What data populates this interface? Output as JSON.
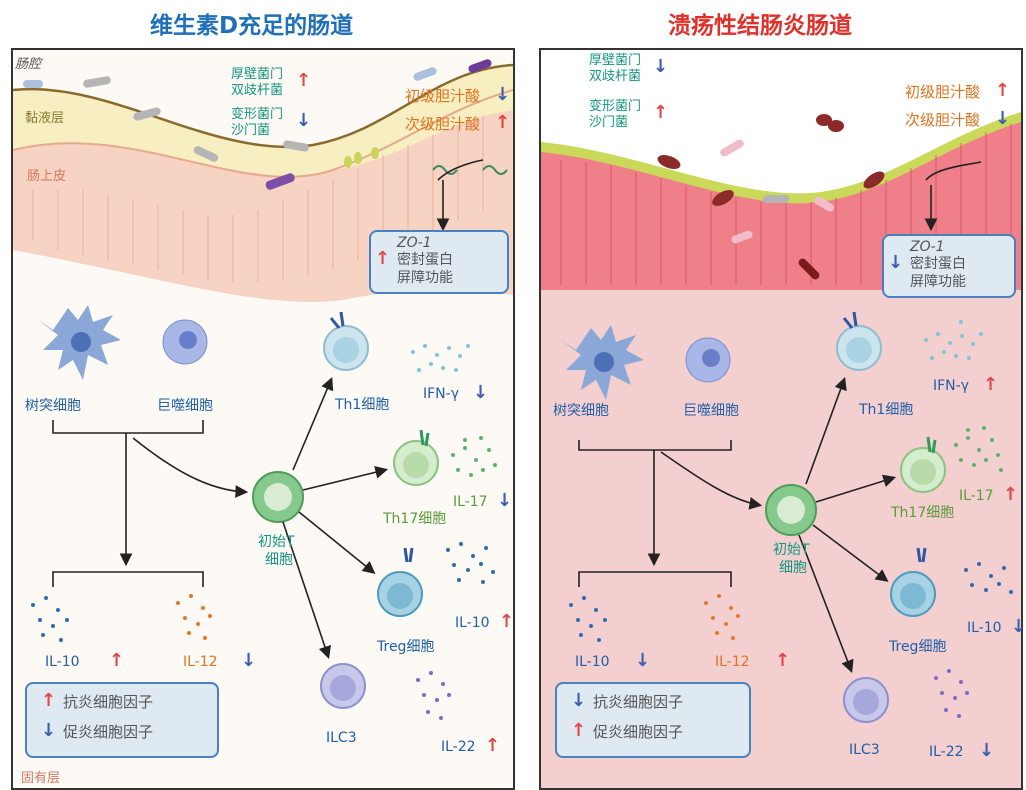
{
  "left_title": "维生素D充足的肠道",
  "right_title": "溃疡性结肠炎肠道",
  "colors": {
    "left_title": "#1f70b8",
    "right_title": "#e0302a",
    "up_arrow": "#e04848",
    "down_arrow": "#3a5fb0"
  },
  "left": {
    "lumen": "肠腔",
    "mucus": "黏液层",
    "epithelium": "肠上皮",
    "lamina": "固有层",
    "bacteria": [
      {
        "label": "厚壁菌门",
        "trend": "up"
      },
      {
        "label": "双歧杆菌",
        "trend": "up"
      },
      {
        "label": "变形菌门",
        "trend": "down"
      },
      {
        "label": "沙门菌",
        "trend": "down"
      }
    ],
    "bile": [
      {
        "label": "初级胆汁酸",
        "trend": "down"
      },
      {
        "label": "次级胆汁酸",
        "trend": "up"
      }
    ],
    "zo1": {
      "name": "ZO-1",
      "line1": "密封蛋白",
      "line2": "屏障功能",
      "trend": "up"
    },
    "cells": {
      "dendritic": "树突细胞",
      "macrophage": "巨噬细胞",
      "naive_t1": "初始T",
      "naive_t2": "细胞",
      "th1": "Th1细胞",
      "th17": "Th17细胞",
      "treg": "Treg细胞",
      "ilc3": "ILC3"
    },
    "cytokines": {
      "ifng": {
        "label": "IFN-γ",
        "trend": "down"
      },
      "il17": {
        "label": "IL-17",
        "trend": "down"
      },
      "il10_t": {
        "label": "IL-10",
        "trend": "up"
      },
      "il22": {
        "label": "IL-22",
        "trend": "up"
      },
      "il10_dc": {
        "label": "IL-10",
        "trend": "up"
      },
      "il12_dc": {
        "label": "IL-12",
        "trend": "down"
      }
    },
    "legend": [
      {
        "label": "抗炎细胞因子",
        "trend": "up"
      },
      {
        "label": "促炎细胞因子",
        "trend": "down"
      }
    ]
  },
  "right": {
    "bacteria": [
      {
        "label": "厚壁菌门",
        "trend": "down"
      },
      {
        "label": "双歧杆菌",
        "trend": "down"
      },
      {
        "label": "变形菌门",
        "trend": "up"
      },
      {
        "label": "沙门菌",
        "trend": "up"
      }
    ],
    "bile": [
      {
        "label": "初级胆汁酸",
        "trend": "up"
      },
      {
        "label": "次级胆汁酸",
        "trend": "down"
      }
    ],
    "zo1": {
      "name": "ZO-1",
      "line1": "密封蛋白",
      "line2": "屏障功能",
      "trend": "down"
    },
    "cells": {
      "dendritic": "树突细胞",
      "macrophage": "巨噬细胞",
      "naive_t1": "初始T",
      "naive_t2": "细胞",
      "th1": "Th1细胞",
      "th17": "Th17细胞",
      "treg": "Treg细胞",
      "ilc3": "ILC3"
    },
    "cytokines": {
      "ifng": {
        "label": "IFN-γ",
        "trend": "up"
      },
      "il17": {
        "label": "IL-17",
        "trend": "up"
      },
      "il10_t": {
        "label": "IL-10",
        "trend": "down"
      },
      "il22": {
        "label": "IL-22",
        "trend": "down"
      },
      "il10_dc": {
        "label": "IL-10",
        "trend": "down"
      },
      "il12_dc": {
        "label": "IL-12",
        "trend": "up"
      }
    },
    "legend": [
      {
        "label": "抗炎细胞因子",
        "trend": "down"
      },
      {
        "label": "促炎细胞因子",
        "trend": "up"
      }
    ]
  }
}
